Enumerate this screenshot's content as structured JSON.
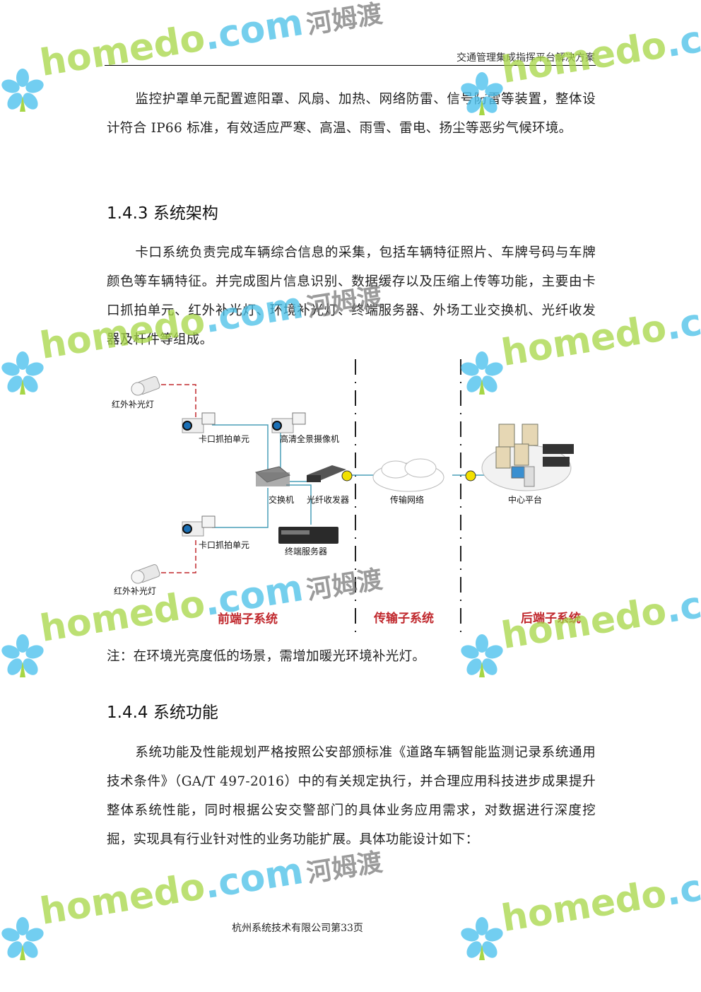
{
  "header": {
    "title": "交通管理集成指挥平台解决方案"
  },
  "paragraphs": {
    "p1": "监控护罩单元配置遮阳罩、风扇、加热、网络防雷、信号防雷等装置，整体设计符合 IP66 标准，有效适应严寒、高温、雨雪、雷电、扬尘等恶劣气候环境。",
    "p2": "卡口系统负责完成车辆综合信息的采集，包括车辆特征照片、车牌号码与车牌颜色等车辆特征。并完成图片信息识别、数据缓存以及压缩上传等功能，主要由卡口抓拍单元、红外补光灯、环境补光灯、终端服务器、外场工业交换机、光纤收发器及杆件等组成。",
    "note": "注：在环境光亮度低的场景，需增加暖光环境补光灯。",
    "p3": "系统功能及性能规划严格按照公安部颁标准《道路车辆智能监测记录系统通用技术条件》（GA/T 497-2016）中的有关规定执行，并合理应用科技进步成果提升整体系统性能，同时根据公安交警部门的具体业务应用需求，对数据进行深度挖掘，实现具有行业针对性的业务功能扩展。具体功能设计如下："
  },
  "headings": {
    "h143": "1.4.3 系统架构",
    "h144": "1.4.4 系统功能"
  },
  "diagram": {
    "ir_light_top": "红外补光灯",
    "capture_unit_top": "卡口抓拍单元",
    "hd_camera": "高清全景摄像机",
    "switch": "交换机",
    "fiber_transceiver": "光纤收发器",
    "network": "传输网络",
    "center": "中心平台",
    "capture_unit_bottom": "卡口抓拍单元",
    "terminal_server": "终端服务器",
    "ir_light_bottom": "红外补光灯",
    "front_subsystem": "前端子系统",
    "transport_subsystem": "传输子系统",
    "back_subsystem": "后端子系统",
    "accent_red": "#c0282d",
    "line_color": "#4a9fb8"
  },
  "footer": {
    "text": "杭州系统技术有限公司第33页"
  },
  "watermark": {
    "latin": "homedo",
    "dot": ".com",
    "cn": "河姆渡"
  }
}
